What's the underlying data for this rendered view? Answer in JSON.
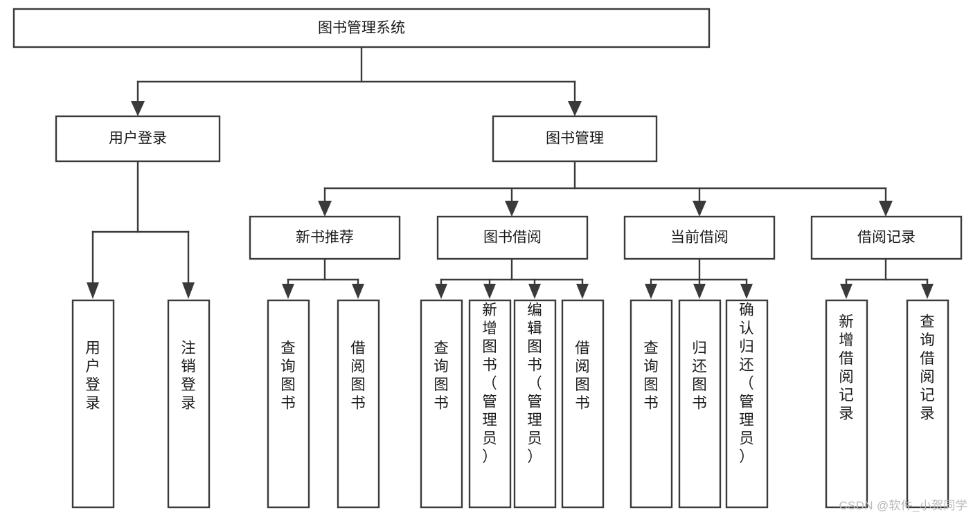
{
  "diagram": {
    "type": "hierarchy-tree",
    "title": "图书管理系统",
    "watermark": "CSDN @软件_小贺同学",
    "colors": {
      "stroke": "#3a3a3a",
      "fill": "#ffffff",
      "text": "#1a1a1a",
      "watermark": "#b9b9b9",
      "background": "#ffffff"
    },
    "root": {
      "label": "图书管理系统"
    },
    "level2": [
      {
        "label": "用户登录"
      },
      {
        "label": "图书管理"
      }
    ],
    "level3": [
      {
        "label": "新书推荐"
      },
      {
        "label": "图书借阅"
      },
      {
        "label": "当前借阅"
      },
      {
        "label": "借阅记录"
      }
    ],
    "leaves": {
      "user_login": [
        {
          "label": "用户登录"
        },
        {
          "label": "注销登录"
        }
      ],
      "new_book_recommend": [
        {
          "label": "查询图书"
        },
        {
          "label": "借阅图书"
        }
      ],
      "book_borrow": [
        {
          "label": "查询图书"
        },
        {
          "label": "新增图书（管理员）"
        },
        {
          "label": "编辑图书（管理员）"
        },
        {
          "label": "借阅图书"
        }
      ],
      "current_borrow": [
        {
          "label": "查询图书"
        },
        {
          "label": "归还图书"
        },
        {
          "label": "确认归还（管理员）"
        }
      ],
      "borrow_record": [
        {
          "label": "新增借阅记录"
        },
        {
          "label": "查询借阅记录"
        }
      ]
    }
  }
}
